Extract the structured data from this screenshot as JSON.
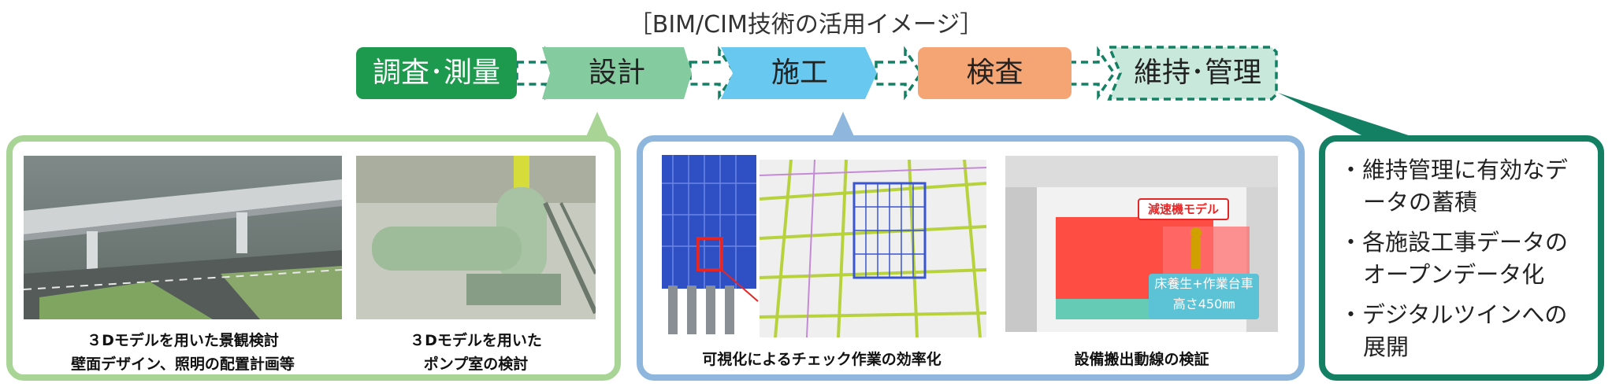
{
  "title": "［BIM/CIM技術の活用イメージ］",
  "flow": {
    "steps": [
      {
        "label": "調査･測量",
        "fill": "#1e9a4e",
        "border": "#1e9a4e",
        "text_color": "#ffffff"
      },
      {
        "label": "設計",
        "fill": "#84cca0",
        "border": "#84cca0",
        "text_color": "#222222"
      },
      {
        "label": "施工",
        "fill": "#69c8ef",
        "border": "#69c8ef",
        "text_color": "#222222"
      },
      {
        "label": "検査",
        "fill": "#f5a474",
        "border": "#f5a474",
        "text_color": "#222222"
      },
      {
        "label": "維持･管理",
        "fill": "#c9e8dc",
        "border": "#138063",
        "text_color": "#222222"
      }
    ],
    "arrow_color": "#138063"
  },
  "design": {
    "captions": [
      [
        "３Dモデルを用いた景観検討",
        "壁面デザイン、照明の配置計画等"
      ],
      [
        "３Dモデルを用いた",
        "ポンプ室の検討"
      ]
    ]
  },
  "construction": {
    "captions": [
      "可視化によるチェック作業の効率化",
      "設備搬出動線の検証"
    ],
    "callout_model": "減速機モデル",
    "callout_floor": [
      "床養生+作業台車",
      "高さ450㎜"
    ]
  },
  "maintenance": {
    "bullets": [
      [
        "・維持管理に有効なデ",
        "ータの蓄積"
      ],
      [
        "・各施設工事データの",
        "オープンデータ化"
      ],
      [
        "・デジタルツインへの",
        "展開"
      ]
    ]
  },
  "colors": {
    "design_border": "#a8d596",
    "construction_border": "#8fb6dc",
    "maintenance_border": "#138063"
  }
}
